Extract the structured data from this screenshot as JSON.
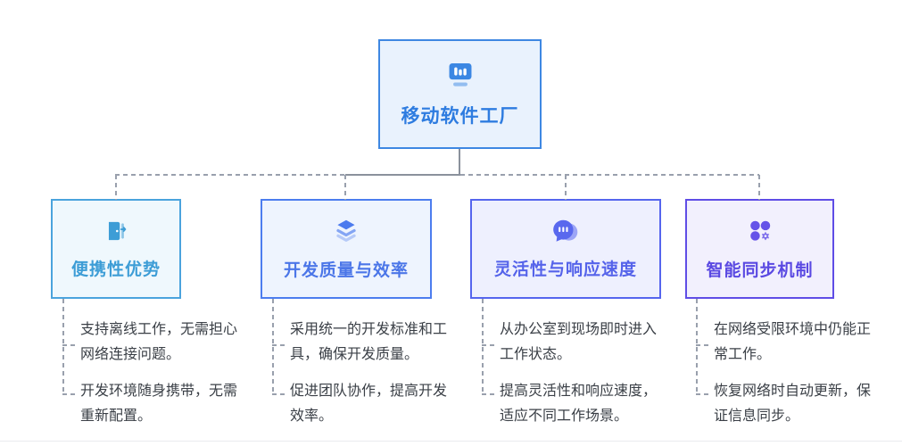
{
  "page": {
    "background": "#ffffff",
    "divider_color": "#e9ebef",
    "body_text_color": "#3a3f46"
  },
  "connectors": {
    "dash_color": "#99a0ad",
    "solid_color": "#8b919c"
  },
  "root": {
    "title": "移动软件工厂",
    "icon": "bar-chart-monitor-icon",
    "colors": {
      "border": "#3e87e2",
      "background": "#e9f2fd",
      "text": "#2e7ce0",
      "icon": "#3b87e3"
    }
  },
  "nodes": [
    {
      "title": "便携性优势",
      "icon": "door-open-icon",
      "colors": {
        "border": "#4aa3dd",
        "background": "#eff8fd",
        "text": "#3d9dd6",
        "icon": "#3d9dd6"
      },
      "bullets": [
        "支持离线工作，无需担心网络连接问题。",
        "开发环境随身携带，无需重新配置。"
      ]
    },
    {
      "title": "开发质量与效率",
      "icon": "layers-icon",
      "colors": {
        "border": "#4c7def",
        "background": "#eef4fe",
        "text": "#4b76e8",
        "icon": "#4c7bee"
      },
      "bullets": [
        "采用统一的开发标准和工具，确保开发质量。",
        "促进团队协作，提高开发效率。"
      ]
    },
    {
      "title": "灵活性与响应速度",
      "icon": "chat-dots-icon",
      "colors": {
        "border": "#5565ee",
        "background": "#eef0fe",
        "text": "#5563ea",
        "icon": "#5968ee"
      },
      "bullets": [
        "从办公室到现场即时进入工作状态。",
        "提高灵活性和响应速度，适应不同工作场景。"
      ]
    },
    {
      "title": "智能同步机制",
      "icon": "app-grid-gear-icon",
      "colors": {
        "border": "#5f4de6",
        "background": "#f2f0fd",
        "text": "#5a49e2",
        "icon": "#6553e8"
      },
      "bullets": [
        "在网络受限环境中仍能正常工作。",
        "恢复网络时自动更新，保证信息同步。"
      ]
    }
  ]
}
